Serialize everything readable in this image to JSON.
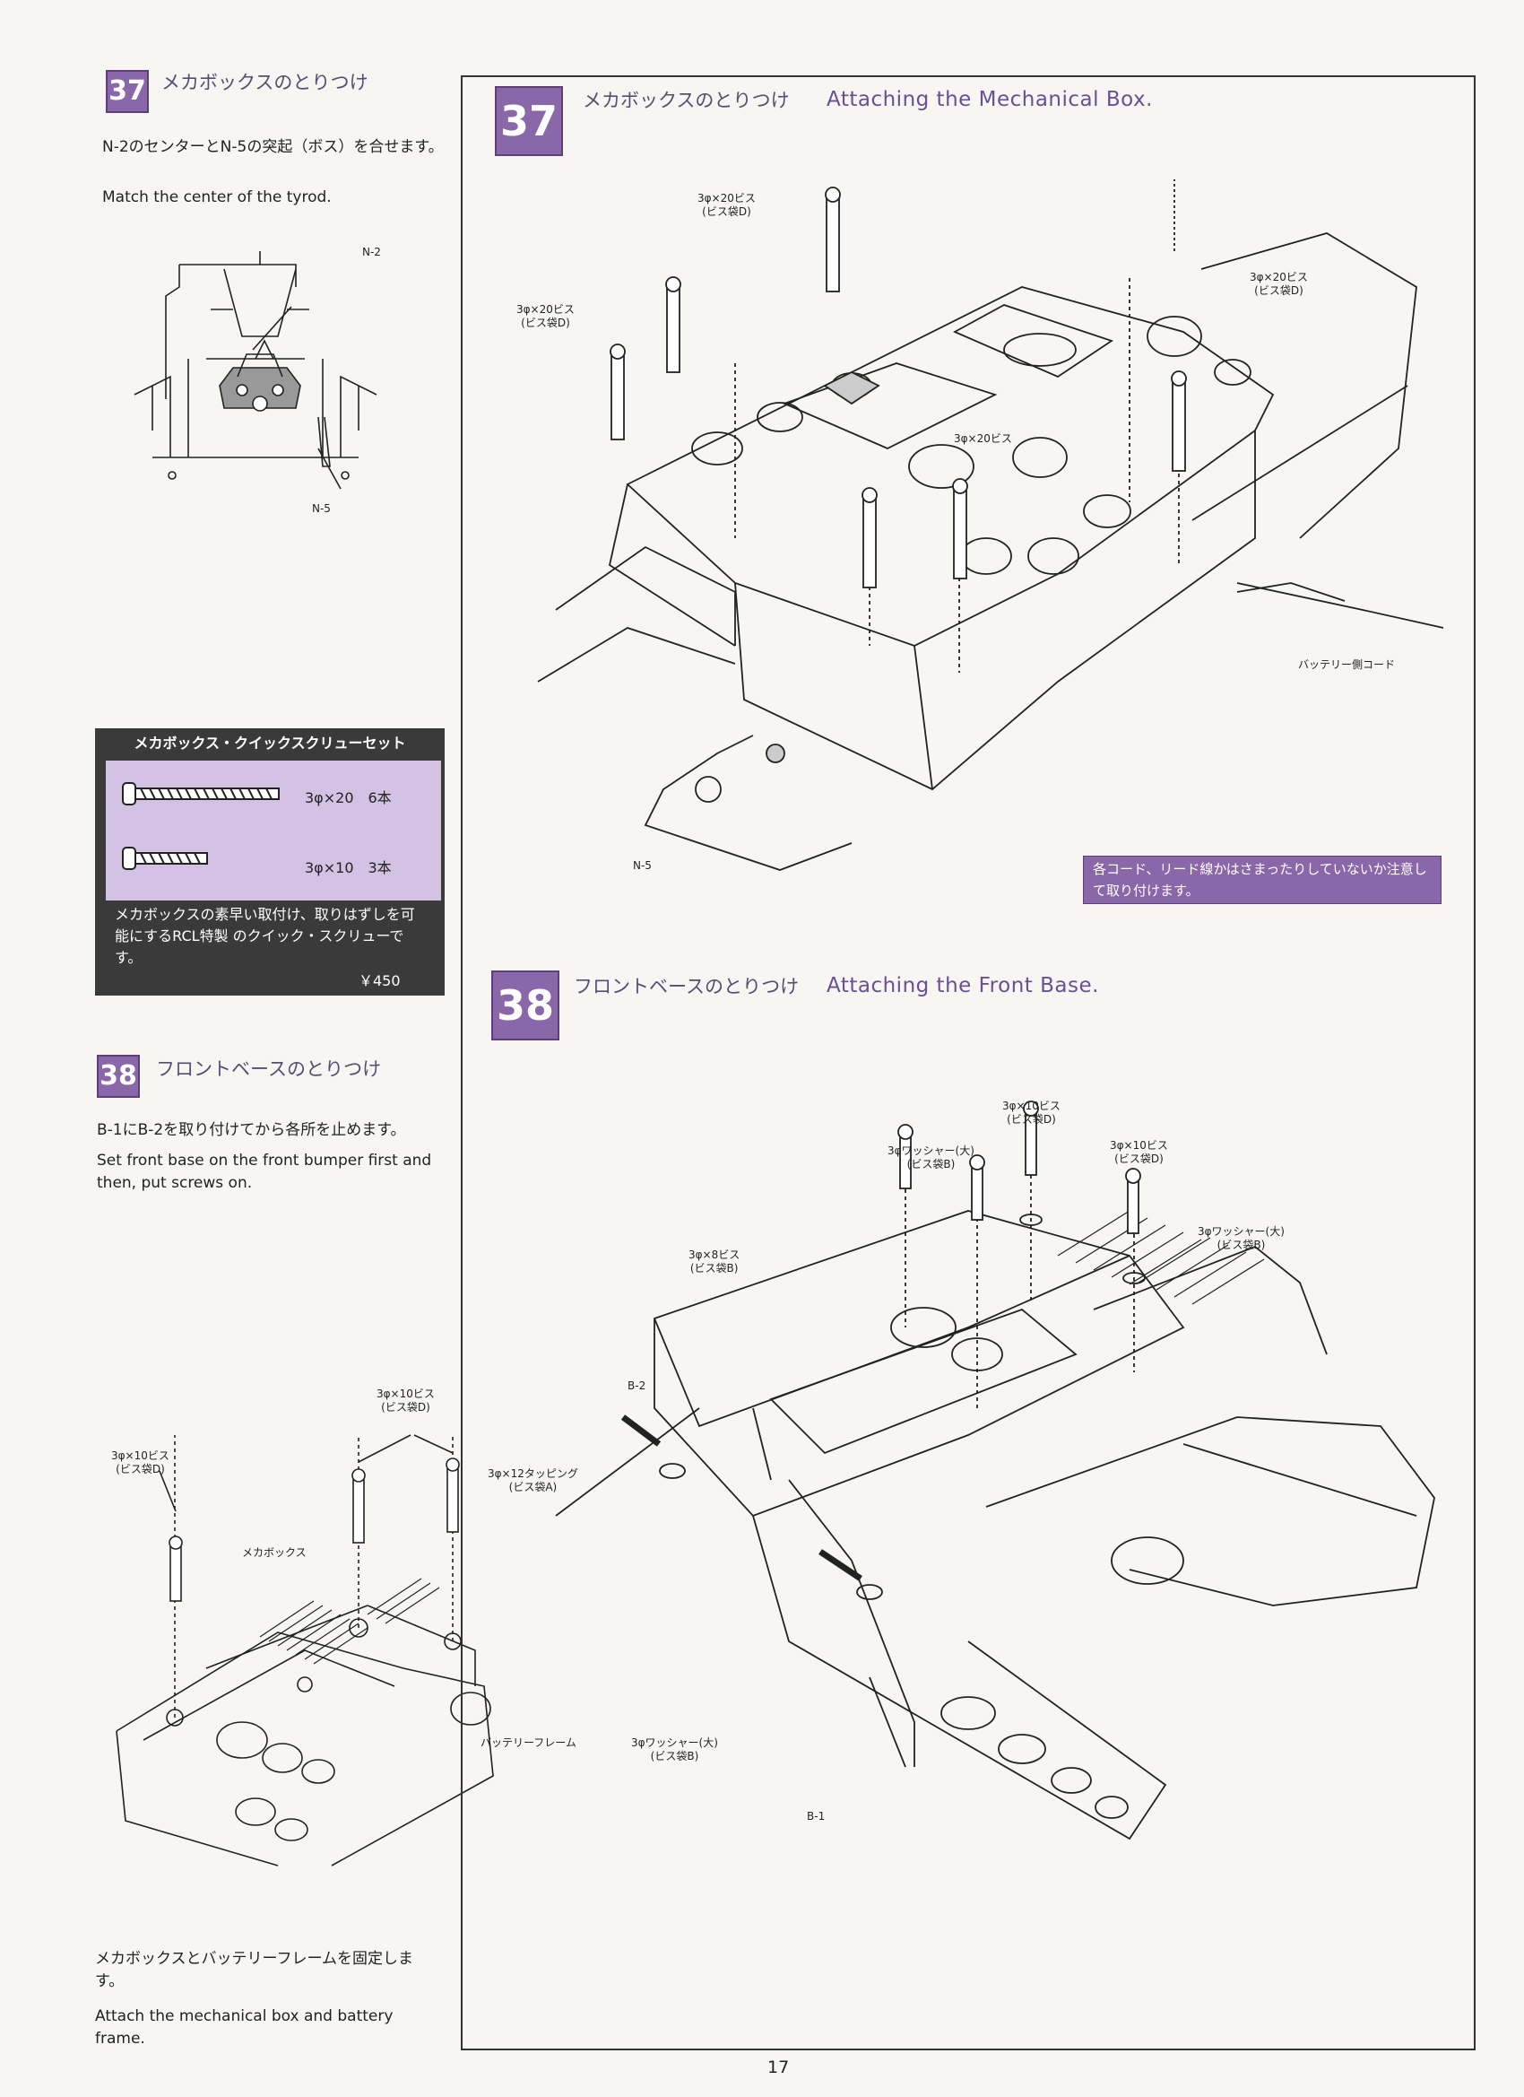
{
  "left": {
    "step37": {
      "number": "37",
      "title": "メカボックスのとりつけ",
      "text_ja": "N-2のセンターとN-5の突起（ボス）を合せます。",
      "text_en": "Match the center of the tyrod.",
      "label_n2": "N-2",
      "label_n5": "N-5"
    },
    "screwset": {
      "title": "メカボックス・クイックスクリューセット",
      "row1": "3φ×20　6本",
      "row2": "3φ×10　3本",
      "description": "メカボックスの素早い取付け、取りはずしを可能にするRCL特製 のクイック・スクリューです。",
      "price": "￥450"
    },
    "step38": {
      "number": "38",
      "title": "フロントベースのとりつけ",
      "text_ja": "B-1にB-2を取り付けてから各所を止めます。",
      "text_en": "Set front base on the front bumper first and then, put screws on."
    },
    "bottom": {
      "screw_a": "3φ×10ビス",
      "screw_a_bag": "(ビス袋D)",
      "screw_b": "3φ×10ビス",
      "screw_b_bag": "(ビス袋D)",
      "label_mecha": "メカボックス",
      "label_battery": "バッテリーフレーム",
      "text_ja": "メカボックスとバッテリーフレームを固定します。",
      "text_en": "Attach the mechanical box and battery frame."
    }
  },
  "right": {
    "step37": {
      "number": "37",
      "title_ja": "メカボックスのとりつけ",
      "title_en": "Attaching the Mechanical Box.",
      "screw1": "3φ×20ビス",
      "screw1_bag": "(ビス袋D)",
      "screw2": "3φ×20ビス",
      "screw2_bag": "(ビス袋D)",
      "screw3": "3φ×20ビス",
      "screw3_bag": "(ビス袋D)",
      "screw4": "3φ×20ビス",
      "battery_cord": "バッテリー側コード",
      "label_n5": "N-5",
      "note": "各コード、リード線かはさまったりしていないか注意して取り付けます。"
    },
    "step38": {
      "number": "38",
      "title_ja": "フロントベースのとりつけ",
      "title_en": "Attaching the Front Base.",
      "screw_10a": "3φ×10ビス",
      "screw_10a_bag": "(ビス袋D)",
      "screw_10b": "3φ×10ビス",
      "screw_10b_bag": "(ビス袋D)",
      "washer_a": "3φワッシャー(大)",
      "washer_a_bag": "(ビス袋B)",
      "washer_b": "3φワッシャー(大)",
      "washer_b_bag": "(ビス袋B)",
      "washer_c": "3φワッシャー(大)",
      "washer_c_bag": "(ビス袋B)",
      "screw_8": "3φ×8ビス",
      "screw_8_bag": "(ビス袋B)",
      "tapping": "3φ×12タッピング",
      "tapping_bag": "(ビス袋A)",
      "label_b2": "B-2",
      "label_b1": "B-1"
    }
  },
  "page_number": "17"
}
